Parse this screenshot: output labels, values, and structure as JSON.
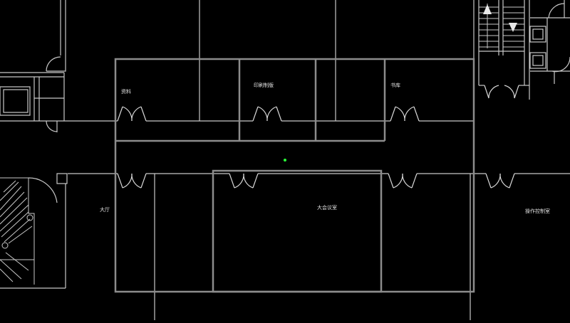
{
  "colors": {
    "background": "#000000",
    "wall_line": "#c8c8c8",
    "selection_line": "#8c8c8c",
    "door_line": "#d8d8d8",
    "label_text": "#e0e0e0",
    "cursor_dot": "#2aff3a"
  },
  "rooms": [
    {
      "id": "r1",
      "label": "资料"
    },
    {
      "id": "r2",
      "label": "印刷制版"
    },
    {
      "id": "r3",
      "label": "书库"
    },
    {
      "id": "r4",
      "label": "大厅"
    },
    {
      "id": "r5",
      "label": "大会议室"
    },
    {
      "id": "r6",
      "label": "操作控制室"
    }
  ],
  "icons": {
    "stair_up": "arrow-up-icon",
    "stair_down": "arrow-down-icon",
    "cursor": "cursor-crosshair-icon"
  }
}
